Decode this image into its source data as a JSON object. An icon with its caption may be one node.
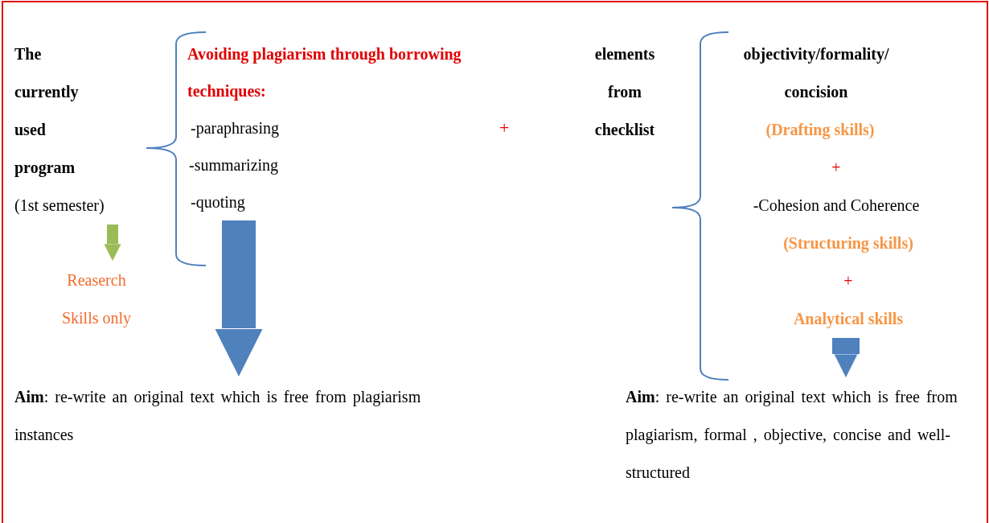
{
  "diagram": {
    "nodes": [
      {
        "text": [
          "The currently used program",
          "(1st semester)"
        ]
      },
      {
        "text": [
          "Avoiding plagiarism through borrowing techniques:",
          "-paraphrasing",
          "-summarizing",
          "-quoting"
        ]
      },
      {
        "text": [
          "elements from checklist"
        ]
      },
      {
        "text": [
          "objectivity/formality/ concision",
          "(Drafting skills)",
          "+",
          "-Cohesion and Coherence",
          "(Structuring skills)",
          "+",
          "Analytical skills"
        ]
      },
      {
        "text": [
          "Reaserch Skills only"
        ]
      },
      {
        "text": [
          "**Aim**: re-write an original text which is free from plagiarism instances"
        ]
      },
      {
        "text": [
          "**Aim**: re-write an original text which is free from plagiarism, formal , objective, concise and well-structured"
        ]
      }
    ],
    "edges": [
      {
        "from": 0,
        "to": 4,
        "arrow": "to",
        "color": "#9bbb59"
      },
      {
        "from": 1,
        "to": 5,
        "arrow": "to"
      },
      {
        "from": 3,
        "to": 6,
        "arrow": "to"
      }
    ],
    "labels": [
      "+"
    ]
  }
}
